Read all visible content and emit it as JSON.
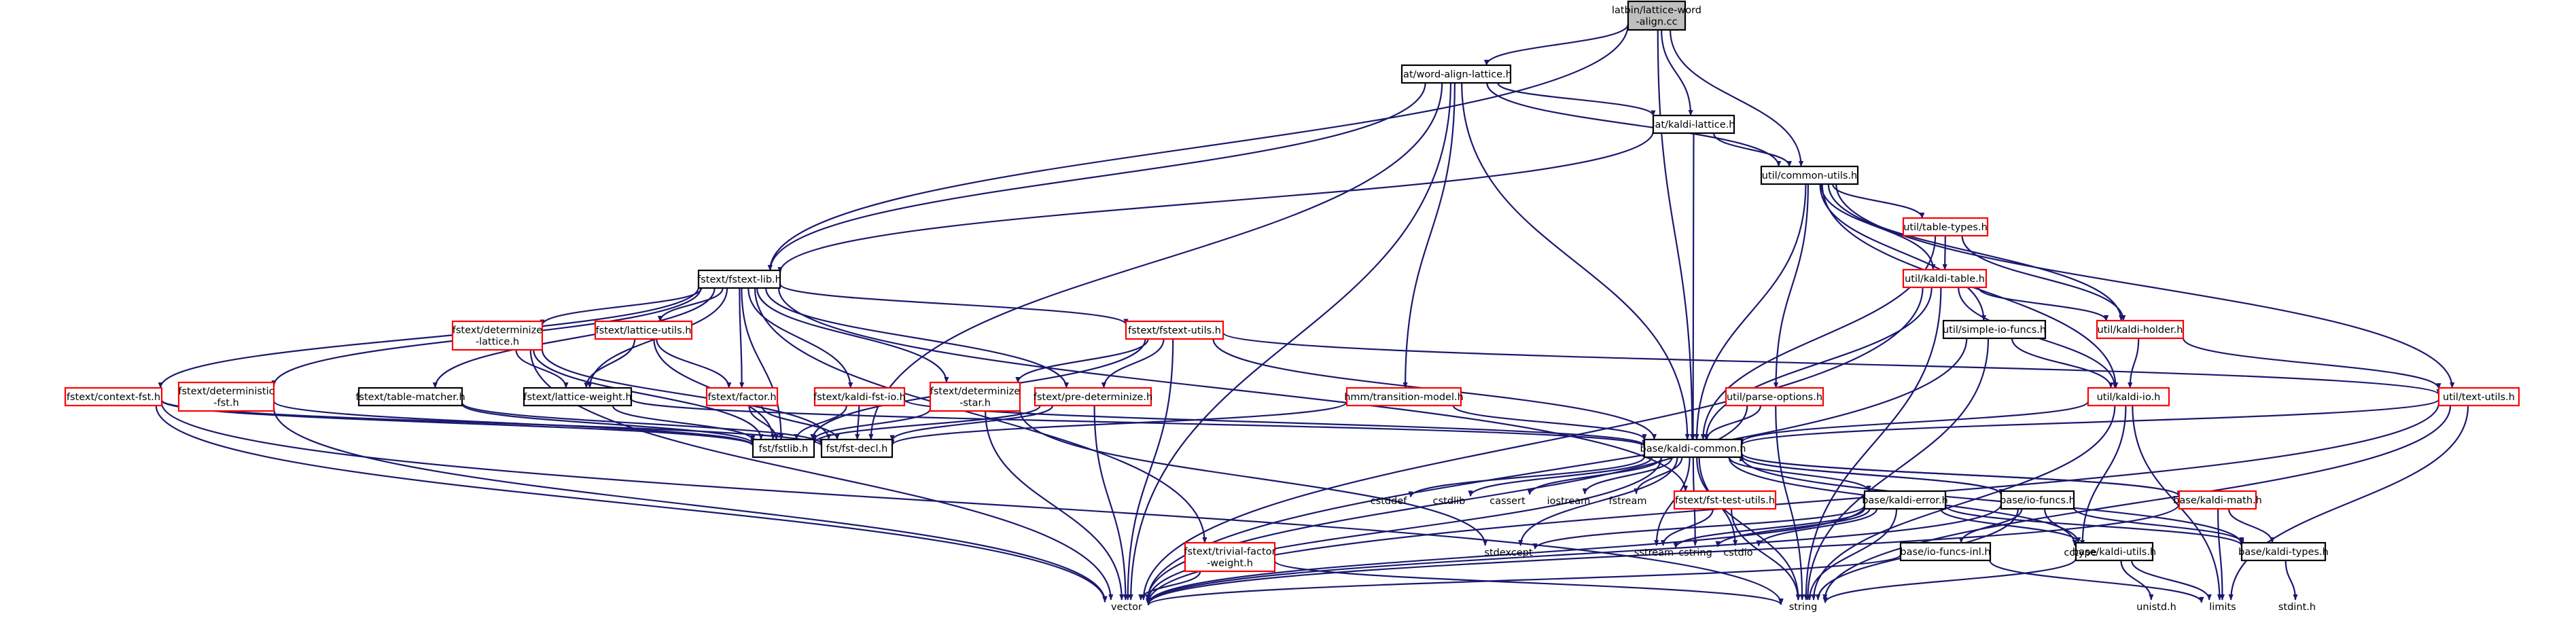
{
  "colors": {
    "edge": "#191970",
    "border_normal": "#000000",
    "border_truncated": "#ff0000",
    "text": "#000000",
    "root_fill": "#bfbfbf",
    "node_fill": "#ffffff",
    "plain_text": "#7f7f7f"
  },
  "nodes": [
    {
      "id": "root",
      "lines": [
        "latbin/lattice-word",
        "-align.cc"
      ],
      "style": "root"
    },
    {
      "id": "wordalign",
      "lines": [
        "lat/word-align-lattice.h"
      ],
      "style": "normal"
    },
    {
      "id": "kaldilattice",
      "lines": [
        "lat/kaldi-lattice.h"
      ],
      "style": "normal"
    },
    {
      "id": "commonutils",
      "lines": [
        "util/common-utils.h"
      ],
      "style": "normal"
    },
    {
      "id": "fstextlib",
      "lines": [
        "fstext/fstext-lib.h"
      ],
      "style": "normal"
    },
    {
      "id": "tabletypes",
      "lines": [
        "util/table-types.h"
      ],
      "style": "red"
    },
    {
      "id": "kalditable",
      "lines": [
        "util/kaldi-table.h"
      ],
      "style": "red"
    },
    {
      "id": "simpleio",
      "lines": [
        "util/simple-io-funcs.h"
      ],
      "style": "normal"
    },
    {
      "id": "kaldiholder",
      "lines": [
        "util/kaldi-holder.h"
      ],
      "style": "red"
    },
    {
      "id": "determinizelattice",
      "lines": [
        "fstext/determinize",
        "-lattice.h"
      ],
      "style": "red"
    },
    {
      "id": "latticeutils",
      "lines": [
        "fstext/lattice-utils.h"
      ],
      "style": "red"
    },
    {
      "id": "fstextutils",
      "lines": [
        "fstext/fstext-utils.h"
      ],
      "style": "red"
    },
    {
      "id": "contextfst",
      "lines": [
        "fstext/context-fst.h"
      ],
      "style": "red"
    },
    {
      "id": "deterministicfst",
      "lines": [
        "fstext/deterministic",
        "-fst.h"
      ],
      "style": "red"
    },
    {
      "id": "tablematcher",
      "lines": [
        "fstext/table-matcher.h"
      ],
      "style": "normal"
    },
    {
      "id": "latticeweight",
      "lines": [
        "fstext/lattice-weight.h"
      ],
      "style": "normal"
    },
    {
      "id": "factor",
      "lines": [
        "fstext/factor.h"
      ],
      "style": "red"
    },
    {
      "id": "kaldifstio",
      "lines": [
        "fstext/kaldi-fst-io.h"
      ],
      "style": "red"
    },
    {
      "id": "determinizestar",
      "lines": [
        "fstext/determinize",
        "-star.h"
      ],
      "style": "red"
    },
    {
      "id": "predeterminize",
      "lines": [
        "fstext/pre-determinize.h"
      ],
      "style": "red"
    },
    {
      "id": "transitionmodel",
      "lines": [
        "hmm/transition-model.h"
      ],
      "style": "red"
    },
    {
      "id": "parseoptions",
      "lines": [
        "util/parse-options.h"
      ],
      "style": "red"
    },
    {
      "id": "kaldiio",
      "lines": [
        "util/kaldi-io.h"
      ],
      "style": "red"
    },
    {
      "id": "textutils",
      "lines": [
        "util/text-utils.h"
      ],
      "style": "red"
    },
    {
      "id": "fstlib",
      "lines": [
        "fst/fstlib.h"
      ],
      "style": "normal"
    },
    {
      "id": "fstdecl",
      "lines": [
        "fst/fst-decl.h"
      ],
      "style": "normal"
    },
    {
      "id": "kaldicommon",
      "lines": [
        "base/kaldi-common.h"
      ],
      "style": "normal"
    },
    {
      "id": "fsttestutils",
      "lines": [
        "fstext/fst-test-utils.h"
      ],
      "style": "red"
    },
    {
      "id": "trivialfactor",
      "lines": [
        "fstext/trivial-factor",
        "-weight.h"
      ],
      "style": "red"
    },
    {
      "id": "kaldierror",
      "lines": [
        "base/kaldi-error.h"
      ],
      "style": "normal"
    },
    {
      "id": "iofuncs",
      "lines": [
        "base/io-funcs.h"
      ],
      "style": "normal"
    },
    {
      "id": "kaldimath",
      "lines": [
        "base/kaldi-math.h"
      ],
      "style": "red"
    },
    {
      "id": "iofuncsinl",
      "lines": [
        "base/io-funcs-inl.h"
      ],
      "style": "normal"
    },
    {
      "id": "kaldiutils",
      "lines": [
        "base/kaldi-utils.h"
      ],
      "style": "normal"
    },
    {
      "id": "kalditypes",
      "lines": [
        "base/kaldi-types.h"
      ],
      "style": "normal"
    },
    {
      "id": "cstddef",
      "lines": [
        "cstddef"
      ],
      "style": "plain"
    },
    {
      "id": "cstdlib",
      "lines": [
        "cstdlib"
      ],
      "style": "plain"
    },
    {
      "id": "cassert",
      "lines": [
        "cassert"
      ],
      "style": "plain"
    },
    {
      "id": "iostream",
      "lines": [
        "iostream"
      ],
      "style": "plain"
    },
    {
      "id": "fstream",
      "lines": [
        "fstream"
      ],
      "style": "plain"
    },
    {
      "id": "stdexcept",
      "lines": [
        "stdexcept"
      ],
      "style": "plain"
    },
    {
      "id": "sstream",
      "lines": [
        "sstream"
      ],
      "style": "plain"
    },
    {
      "id": "cstring",
      "lines": [
        "cstring"
      ],
      "style": "plain"
    },
    {
      "id": "cstdio",
      "lines": [
        "cstdio"
      ],
      "style": "plain"
    },
    {
      "id": "cctype",
      "lines": [
        "cctype"
      ],
      "style": "plain"
    },
    {
      "id": "vector",
      "lines": [
        "vector"
      ],
      "style": "plain"
    },
    {
      "id": "string",
      "lines": [
        "string"
      ],
      "style": "plain"
    },
    {
      "id": "limits",
      "lines": [
        "limits"
      ],
      "style": "plain"
    },
    {
      "id": "unistd",
      "lines": [
        "unistd.h"
      ],
      "style": "plain"
    },
    {
      "id": "stdint",
      "lines": [
        "stdint.h"
      ],
      "style": "plain"
    }
  ],
  "edges": [
    [
      "root",
      "wordalign"
    ],
    [
      "root",
      "kaldilattice"
    ],
    [
      "root",
      "commonutils"
    ],
    [
      "root",
      "fstextlib"
    ],
    [
      "root",
      "kaldicommon"
    ],
    [
      "wordalign",
      "kaldilattice"
    ],
    [
      "wordalign",
      "commonutils"
    ],
    [
      "wordalign",
      "fstextlib"
    ],
    [
      "wordalign",
      "transitionmodel"
    ],
    [
      "wordalign",
      "kaldicommon"
    ],
    [
      "wordalign",
      "fstdecl"
    ],
    [
      "wordalign",
      "vector"
    ],
    [
      "kaldilattice",
      "fstextlib"
    ],
    [
      "kaldilattice",
      "commonutils"
    ],
    [
      "kaldilattice",
      "kaldicommon"
    ],
    [
      "commonutils",
      "tabletypes"
    ],
    [
      "commonutils",
      "kalditable"
    ],
    [
      "commonutils",
      "simpleio"
    ],
    [
      "commonutils",
      "kaldiholder"
    ],
    [
      "commonutils",
      "parseoptions"
    ],
    [
      "commonutils",
      "kaldiio"
    ],
    [
      "commonutils",
      "textutils"
    ],
    [
      "commonutils",
      "kaldicommon"
    ],
    [
      "tabletypes",
      "kalditable"
    ],
    [
      "tabletypes",
      "kaldiholder"
    ],
    [
      "tabletypes",
      "kaldicommon"
    ],
    [
      "kalditable",
      "kaldiholder"
    ],
    [
      "kalditable",
      "kaldiio"
    ],
    [
      "kalditable",
      "kaldicommon"
    ],
    [
      "kalditable",
      "vector"
    ],
    [
      "kalditable",
      "string"
    ],
    [
      "simpleio",
      "kaldiio"
    ],
    [
      "simpleio",
      "string"
    ],
    [
      "simpleio",
      "vector"
    ],
    [
      "kaldiholder",
      "kaldiio"
    ],
    [
      "kaldiholder",
      "textutils"
    ],
    [
      "kaldiio",
      "kaldicommon"
    ],
    [
      "kaldiio",
      "cctype"
    ],
    [
      "kaldiio",
      "string"
    ],
    [
      "kaldiio",
      "limits"
    ],
    [
      "textutils",
      "kaldicommon"
    ],
    [
      "textutils",
      "string"
    ],
    [
      "textutils",
      "limits"
    ],
    [
      "textutils",
      "vector"
    ],
    [
      "parseoptions",
      "kaldicommon"
    ],
    [
      "parseoptions",
      "vector"
    ],
    [
      "parseoptions",
      "string"
    ],
    [
      "transitionmodel",
      "kaldicommon"
    ],
    [
      "transitionmodel",
      "fstdecl"
    ],
    [
      "fstextlib",
      "determinizelattice"
    ],
    [
      "fstextlib",
      "latticeutils"
    ],
    [
      "fstextlib",
      "fstextutils"
    ],
    [
      "fstextlib",
      "contextfst"
    ],
    [
      "fstextlib",
      "deterministicfst"
    ],
    [
      "fstextlib",
      "tablematcher"
    ],
    [
      "fstextlib",
      "latticeweight"
    ],
    [
      "fstextlib",
      "factor"
    ],
    [
      "fstextlib",
      "kaldifstio"
    ],
    [
      "fstextlib",
      "determinizestar"
    ],
    [
      "fstextlib",
      "predeterminize"
    ],
    [
      "fstextlib",
      "fstlib"
    ],
    [
      "fstextlib",
      "fsttestutils"
    ],
    [
      "fstextlib",
      "trivialfactor"
    ],
    [
      "determinizelattice",
      "latticeweight"
    ],
    [
      "determinizelattice",
      "fstlib"
    ],
    [
      "determinizelattice",
      "vector"
    ],
    [
      "determinizelattice",
      "fstdecl"
    ],
    [
      "latticeutils",
      "latticeweight"
    ],
    [
      "latticeutils",
      "factor"
    ],
    [
      "latticeutils",
      "fstlib"
    ],
    [
      "fstextutils",
      "determinizestar"
    ],
    [
      "fstextutils",
      "predeterminize"
    ],
    [
      "fstextutils",
      "fstlib"
    ],
    [
      "fstextutils",
      "kaldicommon"
    ],
    [
      "fstextutils",
      "textutils"
    ],
    [
      "fstextutils",
      "vector"
    ],
    [
      "contextfst",
      "fstlib"
    ],
    [
      "contextfst",
      "fstdecl"
    ],
    [
      "contextfst",
      "vector"
    ],
    [
      "contextfst",
      "string"
    ],
    [
      "deterministicfst",
      "fstlib"
    ],
    [
      "deterministicfst",
      "vector"
    ],
    [
      "tablematcher",
      "fstlib"
    ],
    [
      "tablematcher",
      "fstdecl"
    ],
    [
      "latticeweight",
      "fstlib"
    ],
    [
      "latticeweight",
      "kaldicommon"
    ],
    [
      "factor",
      "fstlib"
    ],
    [
      "factor",
      "fstdecl"
    ],
    [
      "kaldifstio",
      "fstlib"
    ],
    [
      "kaldifstio",
      "fstdecl"
    ],
    [
      "kaldifstio",
      "kaldicommon"
    ],
    [
      "determinizestar",
      "fstlib"
    ],
    [
      "determinizestar",
      "vector"
    ],
    [
      "determinizestar",
      "stdexcept"
    ],
    [
      "predeterminize",
      "fstlib"
    ],
    [
      "predeterminize",
      "fstdecl"
    ],
    [
      "predeterminize",
      "vector"
    ],
    [
      "fsttestutils",
      "sstream"
    ],
    [
      "fsttestutils",
      "string"
    ],
    [
      "trivialfactor",
      "vector"
    ],
    [
      "trivialfactor",
      "string"
    ],
    [
      "kaldicommon",
      "cstddef"
    ],
    [
      "kaldicommon",
      "cstdlib"
    ],
    [
      "kaldicommon",
      "cassert"
    ],
    [
      "kaldicommon",
      "iostream"
    ],
    [
      "kaldicommon",
      "fstream"
    ],
    [
      "kaldicommon",
      "kaldierror"
    ],
    [
      "kaldicommon",
      "iofuncs"
    ],
    [
      "kaldicommon",
      "kaldimath"
    ],
    [
      "kaldicommon",
      "kaldiutils"
    ],
    [
      "kaldicommon",
      "kalditypes"
    ],
    [
      "kaldicommon",
      "cstring"
    ],
    [
      "kaldicommon",
      "cstdio"
    ],
    [
      "kaldicommon",
      "sstream"
    ],
    [
      "kaldicommon",
      "stdexcept"
    ],
    [
      "kaldicommon",
      "string"
    ],
    [
      "kaldicommon",
      "vector"
    ],
    [
      "kaldierror",
      "stdexcept"
    ],
    [
      "kaldierror",
      "sstream"
    ],
    [
      "kaldierror",
      "string"
    ],
    [
      "kaldierror",
      "vector"
    ],
    [
      "kaldierror",
      "kalditypes"
    ],
    [
      "kaldierror",
      "kaldiutils"
    ],
    [
      "kaldierror",
      "cstring"
    ],
    [
      "kaldierror",
      "cstdio"
    ],
    [
      "iofuncs",
      "iofuncsinl"
    ],
    [
      "iofuncs",
      "cctype"
    ],
    [
      "iofuncs",
      "vector"
    ],
    [
      "iofuncs",
      "string"
    ],
    [
      "iofuncs",
      "kalditypes"
    ],
    [
      "iofuncs",
      "kaldicommon"
    ],
    [
      "kaldimath",
      "kaldicommon"
    ],
    [
      "kaldimath",
      "kalditypes"
    ],
    [
      "kaldimath",
      "limits"
    ],
    [
      "kaldimath",
      "vector"
    ],
    [
      "iofuncsinl",
      "vector"
    ],
    [
      "iofuncsinl",
      "limits"
    ],
    [
      "kaldiutils",
      "string"
    ],
    [
      "kaldiutils",
      "unistd"
    ],
    [
      "kaldiutils",
      "limits"
    ],
    [
      "kalditypes",
      "stdint"
    ]
  ]
}
